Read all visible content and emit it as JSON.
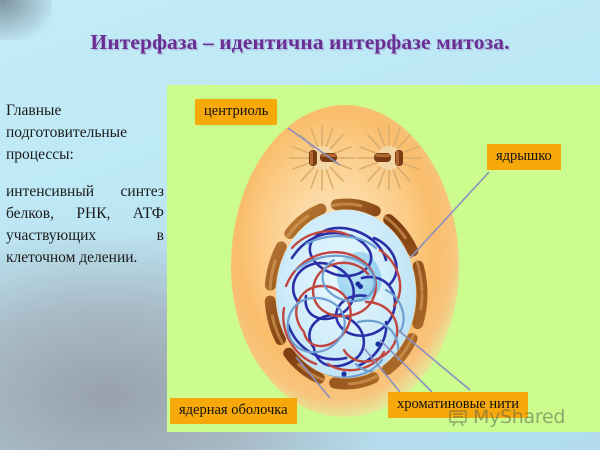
{
  "slide": {
    "title": "Интерфаза – идентична интерфазе митоза.",
    "title_color": "#6a2d94",
    "background_top_color": "#bce8f6",
    "background_bottom_color": "#9aa6b2"
  },
  "left_text": {
    "paragraph1": " Главные подготовительные процессы:",
    "paragraph2": "интенсивный синтез белков, РНК, АТФ участвующих в клеточном делении."
  },
  "diagram": {
    "panel_color": "#ccfb8e",
    "label_background": "#f7a90b",
    "leader_line_color": "#8a8fc0",
    "cell_color": "#fbcb86",
    "nucleus_color": "#bee4f6",
    "nucleolus_color": "#9ed5f0",
    "envelope_color": "#8a4a18",
    "chromatin_colors": [
      "#2a2fa8",
      "#c0463f",
      "#6d9fd0"
    ],
    "labels": [
      {
        "id": "centriole",
        "text": "центриоль"
      },
      {
        "id": "nucleolus",
        "text": "ядрышко"
      },
      {
        "id": "envelope",
        "text": "ядерная оболочка"
      },
      {
        "id": "chromatin",
        "text": "хроматиновые нити"
      }
    ]
  },
  "watermark": {
    "text": "MyShared",
    "color": "#4f5f4a"
  }
}
